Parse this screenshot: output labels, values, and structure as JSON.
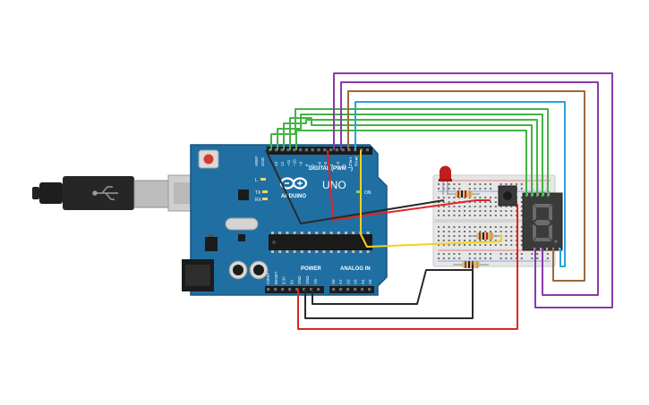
{
  "board": {
    "logo": "ARDUINO",
    "model": "UNO",
    "digital_header": "DIGITAL (PWM ~)",
    "power_header": "POWER",
    "analog_header": "ANALOG IN",
    "on_label": "ON",
    "led_l": "L",
    "led_tx": "TX",
    "led_rx": "RX",
    "aref": "AREF",
    "gnd": "GND",
    "digital_pins": [
      "13",
      "12",
      "~11",
      "~10",
      "~9",
      "8",
      "7",
      "~6",
      "~5",
      "4",
      "~3",
      "2",
      "TX▸1",
      "RX◂0"
    ],
    "power_pins": [
      "IOREF",
      "RESET",
      "3.3V",
      "5V",
      "GND",
      "GND",
      "Vin"
    ],
    "analog_pins": [
      "A0",
      "A1",
      "A2",
      "A3",
      "A4",
      "A5"
    ]
  },
  "display": {
    "digit": "8"
  },
  "colors": {
    "board": "#1f6fa3",
    "breadboard": "#e6e6e6",
    "wire_green": "#44b344",
    "wire_blue": "#2aa3d8",
    "wire_brown": "#9a6b3c",
    "wire_purple": "#8a3aa8",
    "wire_red": "#e02424",
    "wire_black": "#2a2a2a",
    "wire_yellow": "#f2d21c",
    "led": "#c0201d"
  }
}
